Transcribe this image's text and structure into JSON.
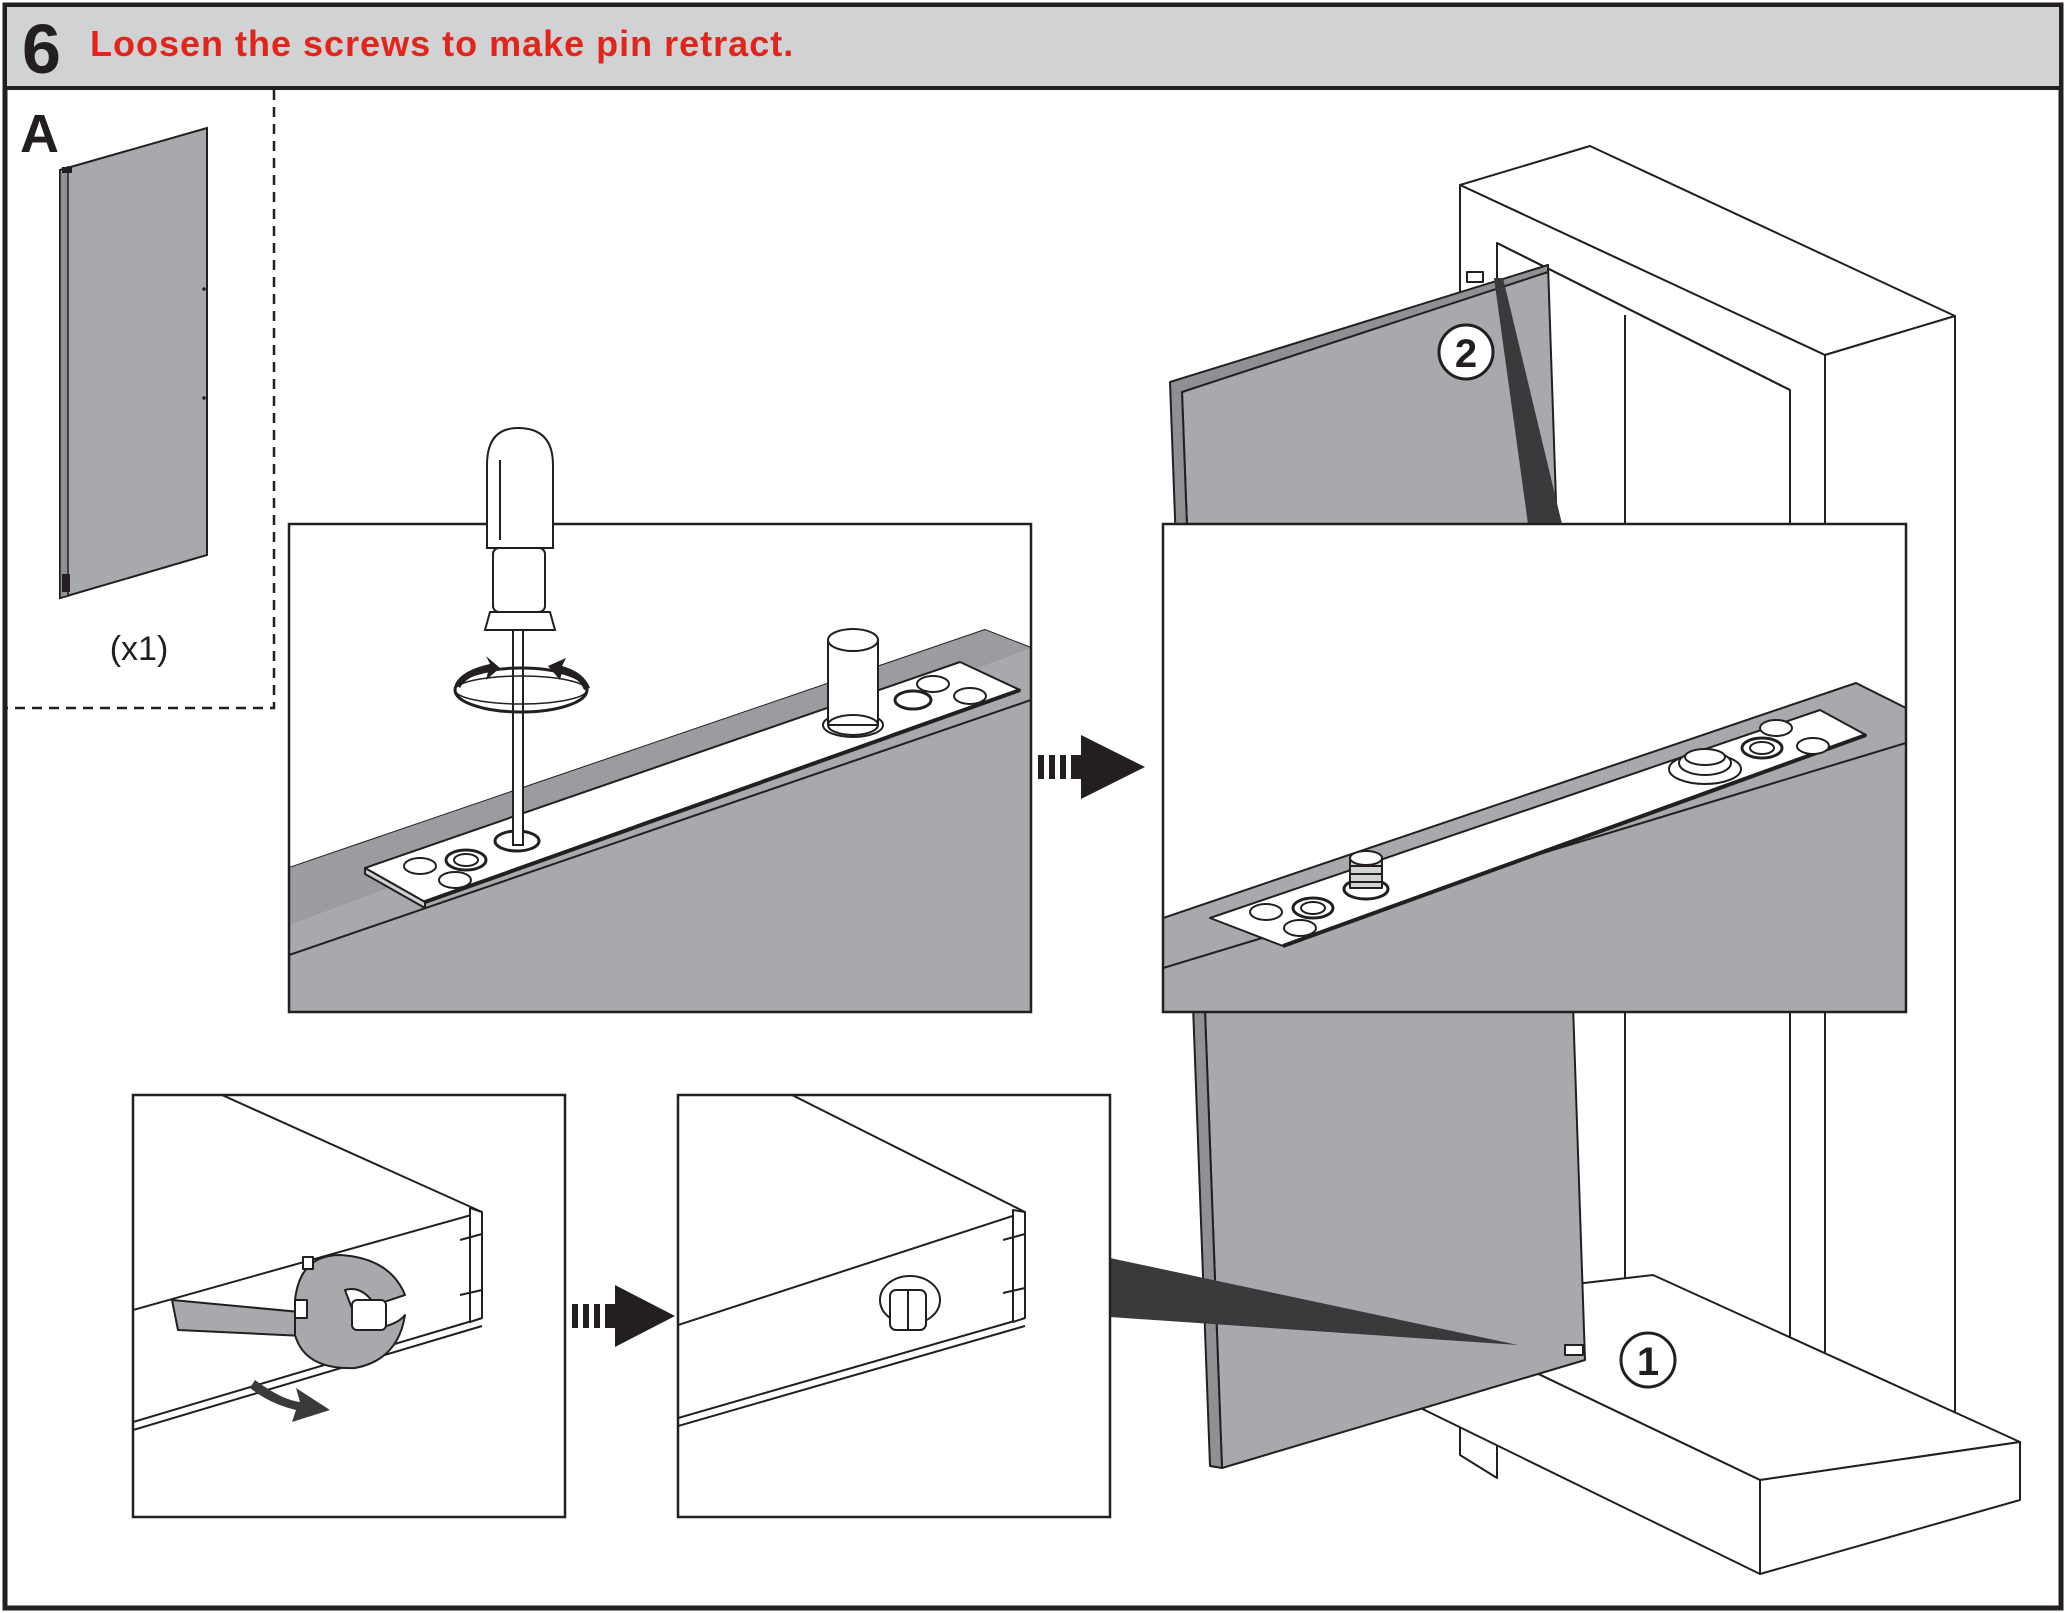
{
  "header": {
    "step_number": "6",
    "instruction": "Loosen the screws to make pin retract",
    "instruction_period": "."
  },
  "part": {
    "letter": "A",
    "quantity": "(x1)"
  },
  "callouts": {
    "one": "1",
    "two": "2"
  },
  "colors": {
    "header_bg": "#d1d2d4",
    "instruction_red": "#e1251b",
    "door_gray": "#a7a9ac",
    "door_edge": "#8e9094",
    "line": "#231f20",
    "highlight_dark": "#3a3a3c"
  },
  "icons": [
    "screwdriver-icon",
    "rotate-arrow-icon",
    "wrench-icon",
    "dashed-arrow-icon",
    "pin-icon",
    "screw-icon"
  ]
}
